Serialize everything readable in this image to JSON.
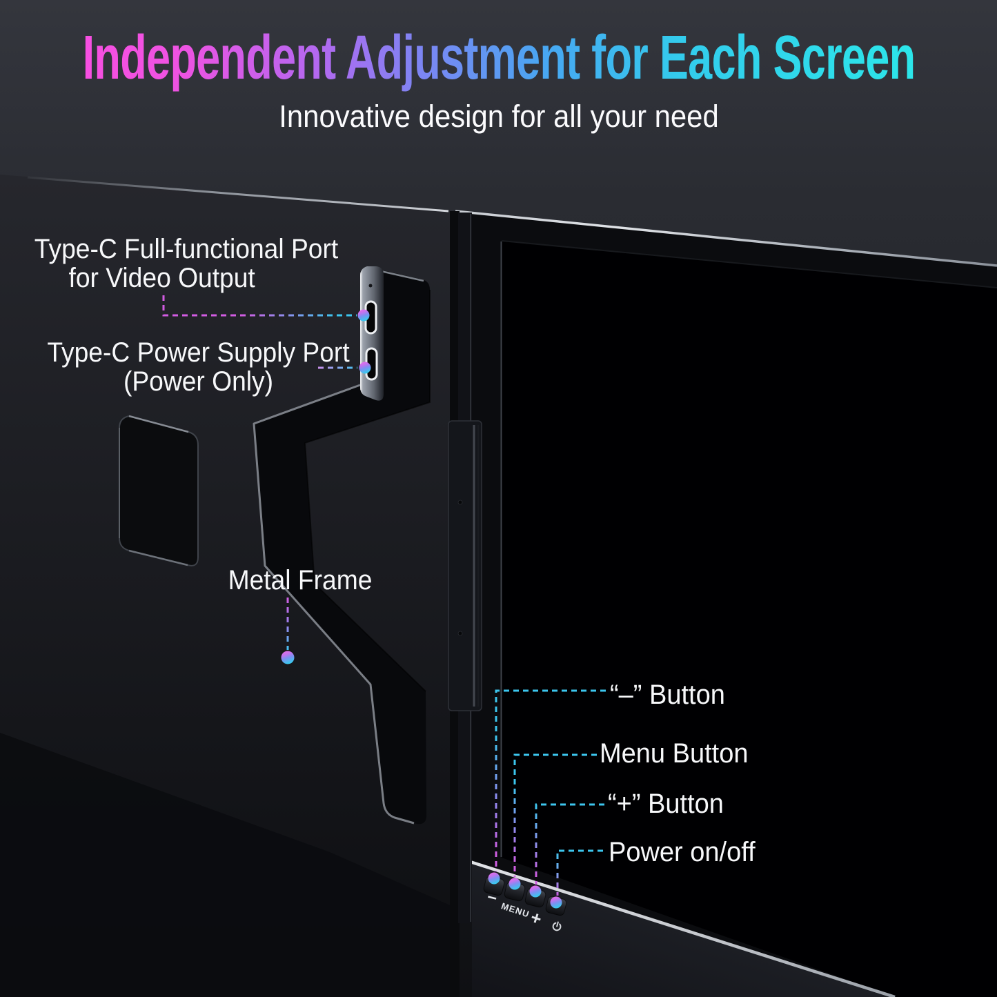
{
  "header": {
    "title": "Independent Adjustment for Each Screen",
    "subtitle": "Innovative design for all your need"
  },
  "callouts": {
    "video_port": {
      "line1": "Type-C Full-functional Port",
      "line2": "for Video Output"
    },
    "power_port": {
      "line1": "Type-C Power Supply Port",
      "line2": "(Power Only)"
    },
    "metal_frame": {
      "label": "Metal Frame"
    },
    "minus_button": {
      "label": "“–” Button"
    },
    "menu_button": {
      "label": "Menu Button"
    },
    "plus_button": {
      "label": "“+” Button"
    },
    "power_button": {
      "label": "Power on/off"
    }
  },
  "device": {
    "buttons": {
      "minus": "−",
      "menu": "MENU",
      "plus": "+"
    },
    "icons": {
      "power": "power-icon"
    }
  },
  "colors": {
    "accent_magenta": "#d35ce2",
    "accent_cyan": "#3cc6ee",
    "title_gradient_start": "#f74fe1",
    "title_gradient_end": "#2ce6ea",
    "label_text": "#f7f8fa",
    "edge_highlight": "#c9ccd1"
  }
}
